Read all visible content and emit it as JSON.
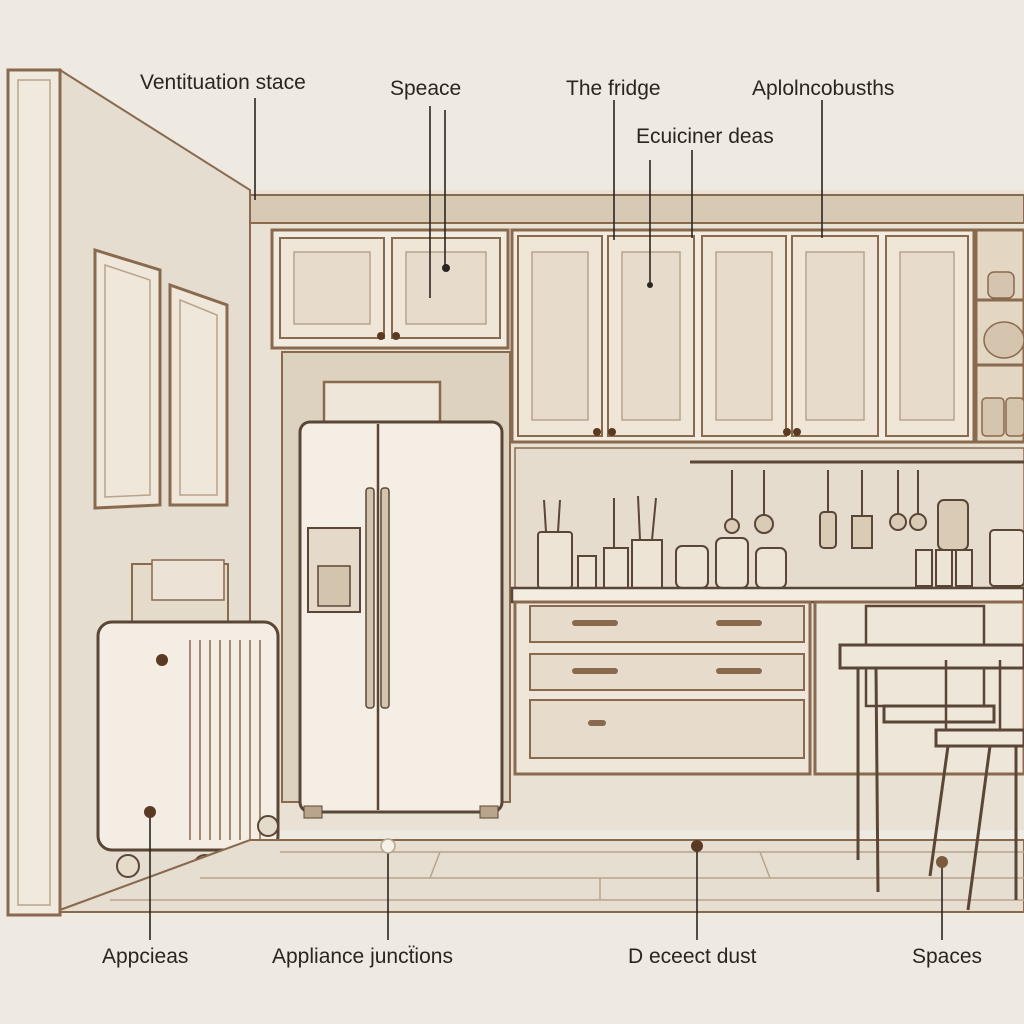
{
  "labels": {
    "ventilation_space": "Ventituation stace",
    "space": "Speace",
    "the_fridge": "The fridge",
    "appliance_booths": "Aplolncobusths",
    "counter_ideas": "Ecuiciner deas",
    "appliances": "Appcieas",
    "appliance_junctions": "Appliance juncẗions",
    "detect_dust": "D eceect dust",
    "spaces": "Spaces"
  },
  "colors": {
    "background": "#eeeae2",
    "ink": "#2b2520",
    "wood_dark": "#8a6a4e",
    "cabinet_fill": "#f1ebe0",
    "marker_dot": "#5a3a22"
  }
}
